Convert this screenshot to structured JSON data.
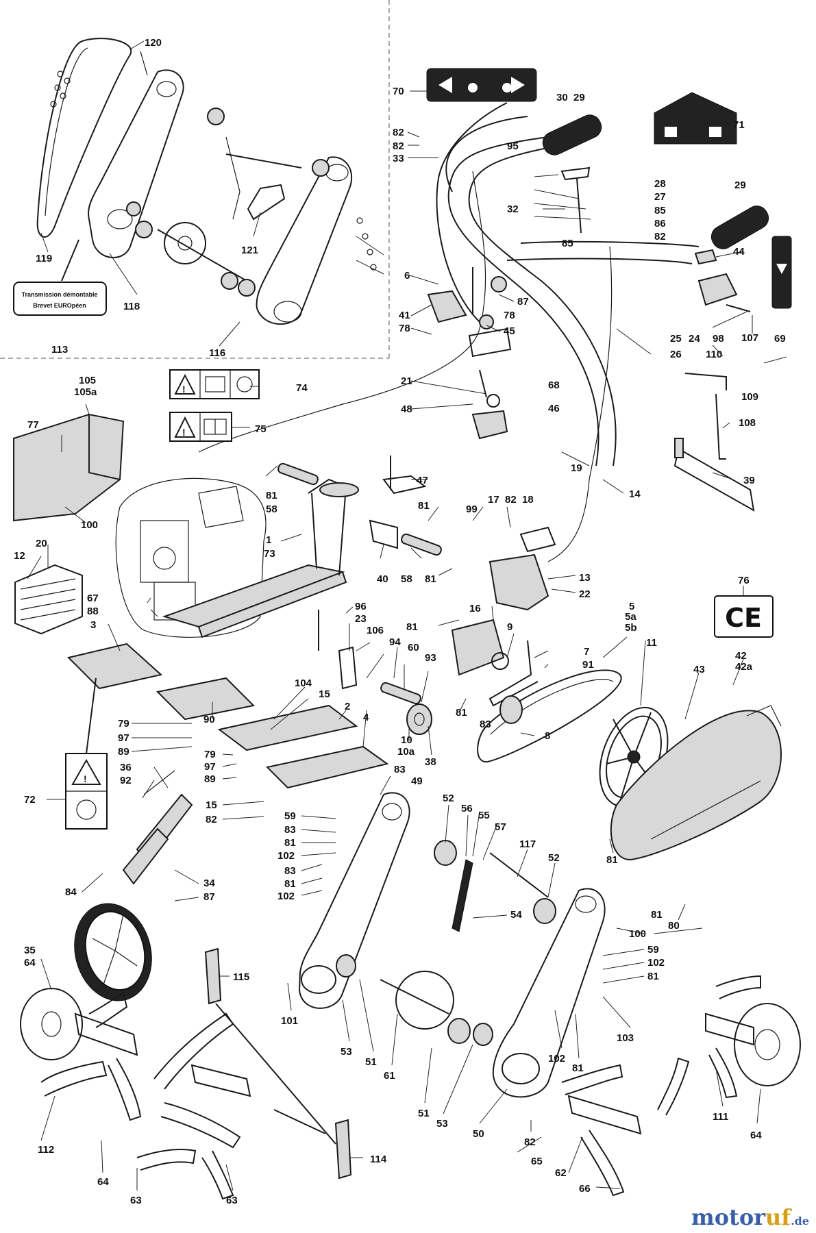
{
  "watermark": {
    "part1": "motor",
    "part2": "uf",
    "part3": ".de",
    "color_blue": "#3a5fa8",
    "color_gold": "#d4a016"
  },
  "inset_label": [
    "Transmission démontable",
    "Brevet EUROpéen"
  ],
  "ce_mark": "CE",
  "callouts": {
    "c120": "120",
    "c119": "119",
    "c118": "118",
    "c121": "121",
    "c116": "116",
    "c113": "113",
    "c70": "70",
    "c30": "30",
    "c29a": "29",
    "c71": "71",
    "c82a": "82",
    "c82b": "82",
    "c33": "33",
    "c95": "95",
    "c28": "28",
    "c27": "27",
    "c85a": "85",
    "c86": "86",
    "c82c": "82",
    "c32": "32",
    "c85b": "85",
    "c29b": "29",
    "c44": "44",
    "c6": "6",
    "c87a": "87",
    "c78a": "78",
    "c41": "41",
    "c78b": "78",
    "c45": "45",
    "c25": "25",
    "c24": "24",
    "c98": "98",
    "c69": "69",
    "c107": "107",
    "c110": "110",
    "c26": "26",
    "c68": "68",
    "c109": "109",
    "c21": "21",
    "c105": "105",
    "c105a": "105a",
    "c74": "74",
    "c48": "48",
    "c46": "46",
    "c108": "108",
    "c77": "77",
    "c75": "75",
    "c19": "19",
    "c81a": "81",
    "c58a": "58",
    "c47": "47",
    "c39": "39",
    "c14": "14",
    "c100a": "100",
    "c99": "99",
    "c17": "17",
    "c82d": "82",
    "c18": "18",
    "c20": "20",
    "c1": "1",
    "c81b": "81",
    "c12": "12",
    "c73": "73",
    "c40": "40",
    "c58b": "58",
    "c81c": "81",
    "c13": "13",
    "c76": "76",
    "c22": "22",
    "c67": "67",
    "c88": "88",
    "c3": "3",
    "c96": "96",
    "c23": "23",
    "c106": "106",
    "c81d": "81",
    "c16": "16",
    "c5": "5",
    "c5a": "5a",
    "c5b": "5b",
    "c11": "11",
    "c9": "9",
    "c94": "94",
    "c60": "60",
    "c7": "7",
    "c91": "91",
    "c42": "42",
    "c42a": "42a",
    "c43": "43",
    "c93": "93",
    "c104": "104",
    "c15a": "15",
    "c2": "2",
    "c4": "4",
    "c81e": "81",
    "c83a": "83",
    "c8": "8",
    "c90": "90",
    "c79a": "79",
    "c97a": "97",
    "c89a": "89",
    "c10": "10",
    "c10a": "10a",
    "c38": "38",
    "c79b": "79",
    "c97b": "97",
    "c89b": "89",
    "c36": "36",
    "c92": "92",
    "c72": "72",
    "c83b": "83",
    "c49": "49",
    "c15b": "15",
    "c82e": "82",
    "c59a": "59",
    "c83c": "83",
    "c81f": "81",
    "c102a": "102",
    "c52a": "52",
    "c56": "56",
    "c55": "55",
    "c57": "57",
    "c117": "117",
    "c83d": "83",
    "c81g": "81",
    "c102b": "102",
    "c52b": "52",
    "c81h": "81",
    "c84": "84",
    "c34": "34",
    "c87b": "87",
    "c54": "54",
    "c81i": "81",
    "c80": "80",
    "c100b": "100",
    "c35": "35",
    "c64a": "64",
    "c59b": "59",
    "c102c": "102",
    "c81j": "81",
    "c115": "115",
    "c101": "101",
    "c103": "103",
    "c53a": "53",
    "c51a": "51",
    "c61": "61",
    "c102d": "102",
    "c81k": "81",
    "c111": "111",
    "c64b": "64",
    "c112": "112",
    "c51b": "51",
    "c53b": "53",
    "c50": "50",
    "c82f": "82",
    "c65": "65",
    "c62": "62",
    "c114": "114",
    "c64c": "64",
    "c63a": "63",
    "c63b": "63",
    "c66": "66"
  }
}
